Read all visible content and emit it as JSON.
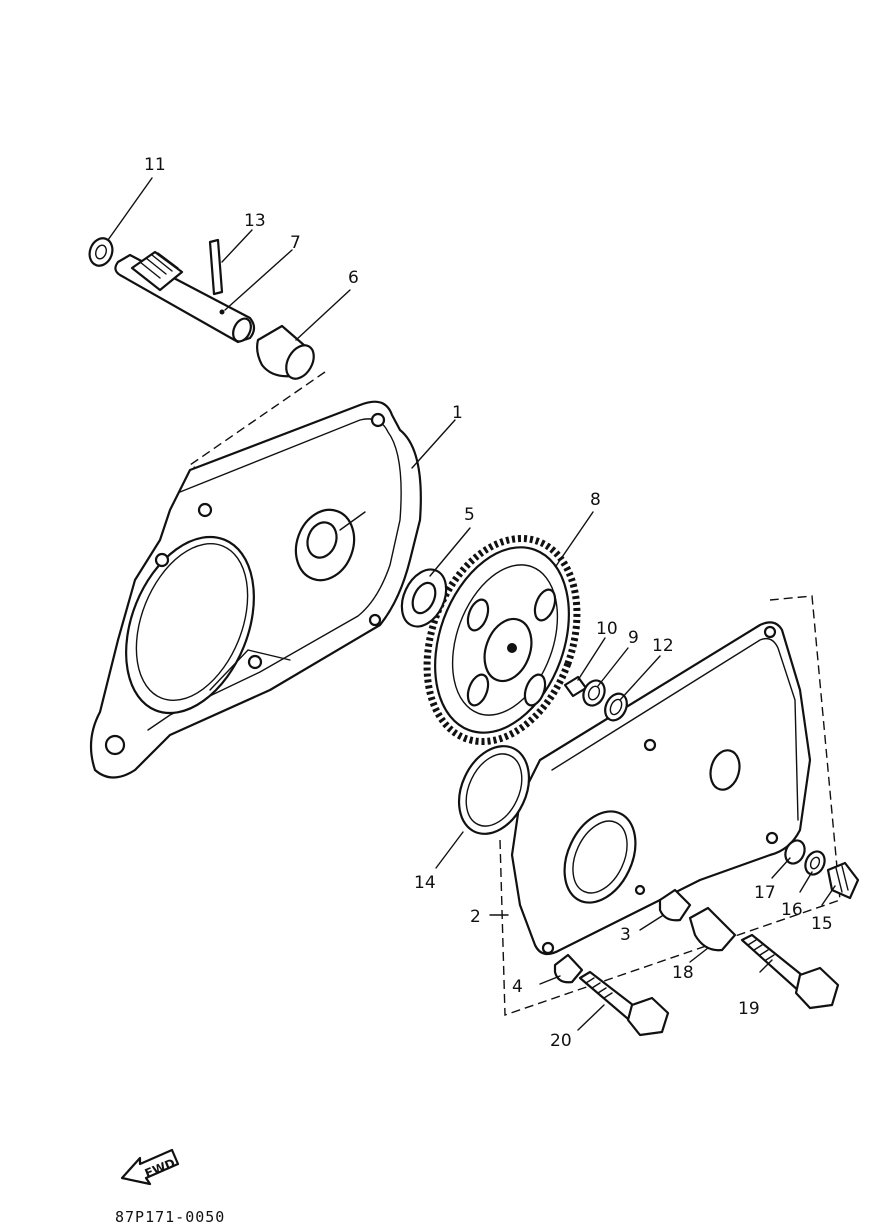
{
  "diagram": {
    "callouts": [
      {
        "id": "c1",
        "text": "1"
      },
      {
        "id": "c2",
        "text": "2"
      },
      {
        "id": "c3",
        "text": "3"
      },
      {
        "id": "c4",
        "text": "4"
      },
      {
        "id": "c5",
        "text": "5"
      },
      {
        "id": "c6",
        "text": "6"
      },
      {
        "id": "c7",
        "text": "7"
      },
      {
        "id": "c8",
        "text": "8"
      },
      {
        "id": "c9",
        "text": "9"
      },
      {
        "id": "c10",
        "text": "10"
      },
      {
        "id": "c11",
        "text": "11"
      },
      {
        "id": "c12",
        "text": "12"
      },
      {
        "id": "c13",
        "text": "13"
      },
      {
        "id": "c14",
        "text": "14"
      },
      {
        "id": "c15",
        "text": "15"
      },
      {
        "id": "c16",
        "text": "16"
      },
      {
        "id": "c17",
        "text": "17"
      },
      {
        "id": "c18",
        "text": "18"
      },
      {
        "id": "c19",
        "text": "19"
      },
      {
        "id": "c20",
        "text": "20"
      }
    ],
    "direction_label": "FWD",
    "reference_code": "87P171-0050"
  }
}
